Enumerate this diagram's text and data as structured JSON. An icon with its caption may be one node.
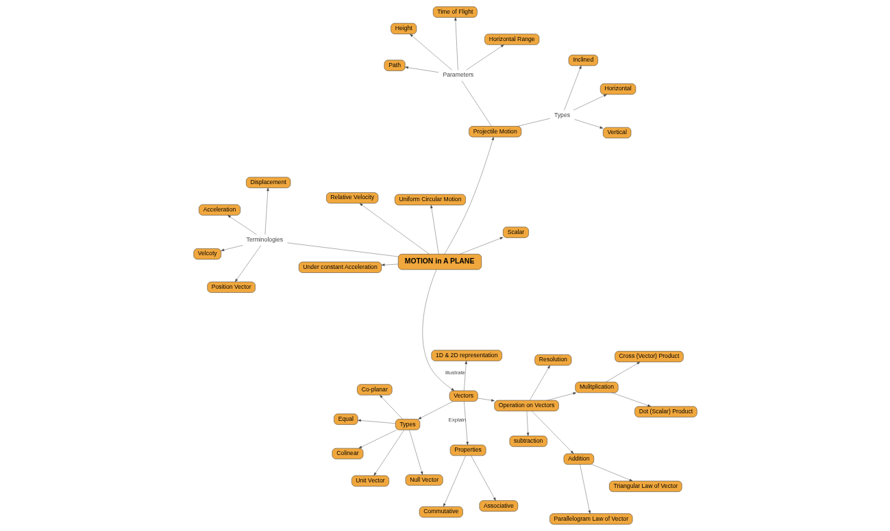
{
  "diagram": {
    "nodes": [
      {
        "text": [
          "Colinear"
        ]
      },
      {
        "text": [
          "Null Vector"
        ]
      },
      {
        "text": [
          "Unit Vector"
        ]
      },
      {
        "text": [
          "Co-planar"
        ]
      },
      {
        "text": [
          "Types"
        ]
      },
      {
        "text": [
          "Equal"
        ]
      },
      {
        "text": [
          "1D & 2D representation"
        ]
      },
      {
        "text": [
          "Triangular Law of Vector"
        ]
      },
      {
        "text": [
          "Addition"
        ]
      },
      {
        "text": [
          "Parallelogram Law of Vector"
        ]
      },
      {
        "text": [
          "Commutative"
        ]
      },
      {
        "text": [
          "Properties"
        ]
      },
      {
        "text": [
          "Vectors"
        ]
      },
      {
        "text": [
          "Operation on Vectors"
        ]
      },
      {
        "text": [
          "subtraction"
        ]
      },
      {
        "text": [
          "Associative"
        ]
      },
      {
        "text": [
          "Scalar"
        ]
      },
      {
        "text": [
          "Mulitplication"
        ]
      },
      {
        "text": [
          "Dot (Scalar) Product"
        ]
      },
      {
        "text": [
          "Resolution"
        ]
      },
      {
        "text": [
          "Cross (Vector) Product"
        ]
      },
      {
        "text": [
          "Position Vector"
        ]
      },
      {
        "text": [
          "MOTION in A PLANE"
        ]
      },
      {
        "text": [
          "Relative Velocity"
        ]
      },
      {
        "text": [
          "Displacement"
        ]
      },
      {
        "text": [
          "Terminologies"
        ]
      },
      {
        "text": [
          "Horizontal"
        ]
      },
      {
        "text": [
          "Velcoty"
        ]
      },
      {
        "text": [
          "Under constant Acceleration"
        ]
      },
      {
        "text": [
          "Uniform Circular Motion"
        ]
      },
      {
        "text": [
          "Projectile Motion"
        ]
      },
      {
        "text": [
          "Types"
        ]
      },
      {
        "text": [
          "Vertical"
        ]
      },
      {
        "text": [
          "Acceleration"
        ]
      },
      {
        "text": [
          "Inclined"
        ]
      },
      {
        "text": [
          "Parameters"
        ]
      },
      {
        "text": [
          "Time of Flight"
        ]
      },
      {
        "text": [
          "Horizontal Range"
        ]
      },
      {
        "text": [
          "Height"
        ]
      },
      {
        "text": [
          "Path"
        ]
      }
    ],
    "edges": [
      {
        "from": 22,
        "to": 12,
        "arrow": "to"
      },
      {
        "from": 22,
        "to": 16,
        "arrow": "to"
      },
      {
        "from": 12,
        "to": 4,
        "arrow": "to"
      },
      {
        "from": 4,
        "to": 0,
        "arrow": "to"
      },
      {
        "from": 4,
        "to": 1,
        "arrow": "to"
      },
      {
        "from": 4,
        "to": 2,
        "arrow": "to"
      },
      {
        "from": 4,
        "to": 3,
        "arrow": "to"
      },
      {
        "from": 4,
        "to": 5,
        "arrow": "to"
      },
      {
        "from": 12,
        "to": 6,
        "arrow": "to",
        "label": "illustrate"
      },
      {
        "from": 12,
        "to": 11,
        "arrow": "to",
        "label": "Explain"
      },
      {
        "from": 11,
        "to": 10,
        "arrow": "to"
      },
      {
        "from": 11,
        "to": 15,
        "arrow": "to"
      },
      {
        "from": 12,
        "to": 13,
        "arrow": "to"
      },
      {
        "from": 13,
        "to": 8,
        "arrow": "to"
      },
      {
        "from": 13,
        "to": 14,
        "arrow": "to"
      },
      {
        "from": 13,
        "to": 17,
        "arrow": "to"
      },
      {
        "from": 13,
        "to": 19,
        "arrow": "to"
      },
      {
        "from": 8,
        "to": 7,
        "arrow": "to"
      },
      {
        "from": 8,
        "to": 9,
        "arrow": "to"
      },
      {
        "from": 17,
        "to": 18,
        "arrow": "to"
      },
      {
        "from": 17,
        "to": 20,
        "arrow": "to"
      },
      {
        "from": 22,
        "to": 23,
        "arrow": "to"
      },
      {
        "from": 22,
        "to": 25,
        "arrow": "none"
      },
      {
        "from": 25,
        "to": 21,
        "arrow": "to"
      },
      {
        "from": 25,
        "to": 24,
        "arrow": "to"
      },
      {
        "from": 25,
        "to": 27,
        "arrow": "to"
      },
      {
        "from": 25,
        "to": 33,
        "arrow": "to"
      },
      {
        "from": 22,
        "to": 28,
        "arrow": "to"
      },
      {
        "from": 22,
        "to": 29,
        "arrow": "to"
      },
      {
        "from": 22,
        "to": 30,
        "arrow": "to"
      },
      {
        "from": 30,
        "to": 31,
        "arrow": "none"
      },
      {
        "from": 31,
        "to": 26,
        "arrow": "to"
      },
      {
        "from": 31,
        "to": 32,
        "arrow": "to"
      },
      {
        "from": 31,
        "to": 34,
        "arrow": "to"
      },
      {
        "from": 30,
        "to": 35,
        "arrow": "none"
      },
      {
        "from": 35,
        "to": 36,
        "arrow": "to"
      },
      {
        "from": 35,
        "to": 37,
        "arrow": "to"
      },
      {
        "from": 35,
        "to": 38,
        "arrow": "to"
      },
      {
        "from": 35,
        "to": 39,
        "arrow": "to"
      }
    ]
  }
}
